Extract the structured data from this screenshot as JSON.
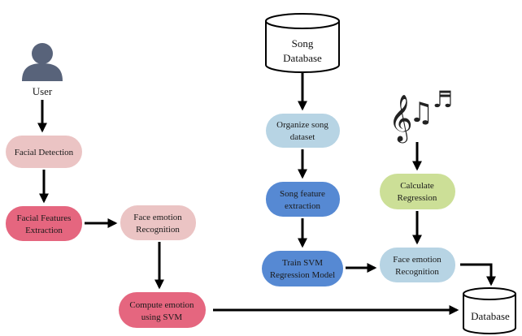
{
  "user": {
    "label": "User"
  },
  "nodes": {
    "facial_detection": "Facial Detection",
    "facial_features": [
      "Facial Features",
      "Extraction"
    ],
    "face_emotion_left": [
      "Face emotion",
      "Recognition"
    ],
    "compute_emotion": [
      "Compute emotion",
      "using SVM"
    ],
    "organize_song": [
      "Organize song",
      "dataset"
    ],
    "song_feature": [
      "Song feature",
      "extraction"
    ],
    "train_svm": [
      "Train SVM",
      "Regression Model"
    ],
    "calculate_regression": [
      "Calculate",
      "Regression"
    ],
    "face_emotion_right": [
      "Face emotion",
      "Recognition"
    ]
  },
  "song_database": {
    "line1": "Song",
    "line2": "Database"
  },
  "output_database": {
    "label": "Database"
  },
  "colors": {
    "pink_light": "#ebc4c4",
    "pink_strong": "#e5667f",
    "light_blue": "#b7d4e4",
    "mid_blue": "#5689d3",
    "light_green": "#ccdf97",
    "user_icon": "#58637a"
  }
}
